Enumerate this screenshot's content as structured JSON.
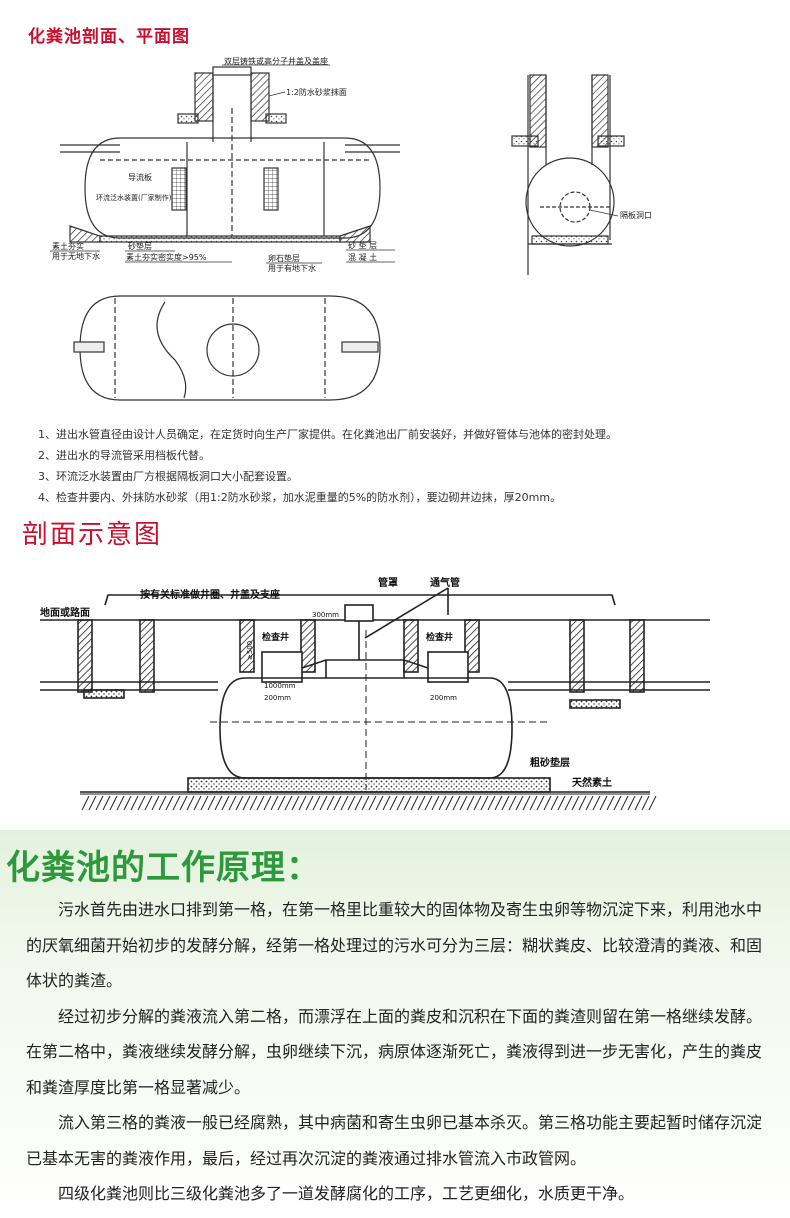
{
  "section1": {
    "title": "化粪池剖面、平面图",
    "labels": {
      "cover": "双层铸铁或高分子井盖及盖座",
      "mortar": "1:2防水砂浆抹面",
      "guide_plate": "导流板",
      "anti_flood": "环流泛水装置(厂家制作)",
      "sand_layer_left": "砂垫层",
      "compact_soil": "素土夯实密实度>95%",
      "plain_soil_l1": "素土夯实",
      "plain_soil_l2": "用于无地下水",
      "sand_layer_right": "砂 垫 层",
      "concrete": "混 凝 土",
      "gravel_l1": "卵石垫层",
      "gravel_l2": "用于有地下水",
      "hole": "隔板洞口"
    }
  },
  "notes": [
    "1、进出水管直径由设计人员确定，在定货时向生产厂家提供。在化粪池出厂前安装好，并做好管体与池体的密封处理。",
    "2、进出水的导流管采用档板代替。",
    "3、环流泛水装置由厂方根据隔板洞口大小配套设置。",
    "4、检查井要内、外抹防水砂浆（用1:2防水砂浆，加水泥重量的5%的防水剂），要边砌井边抹，厚20mm。"
  ],
  "section2": {
    "title": "剖面示意图",
    "labels": {
      "standard": "按有关标准做井圈、井盖及支座",
      "pipe_cover": "管罩",
      "vent_pipe": "通气管",
      "ground": "地面或路面",
      "inspection_well_1": "检查井",
      "inspection_well_2": "检查井",
      "dim_300": "300mm",
      "dim_1000": "1000mm",
      "dim_200a": "200mm",
      "dim_200b": "200mm",
      "dim_500": "≥500",
      "coarse_sand": "粗砂垫层",
      "natural_soil": "天然素土"
    }
  },
  "principle": {
    "title": "化粪池的工作原理：",
    "paragraphs": [
      "污水首先由进水口排到第一格，在第一格里比重较大的固体物及寄生虫卵等物沉淀下来，利用池水中的厌氧细菌开始初步的发酵分解，经第一格处理过的污水可分为三层：糊状粪皮、比较澄清的粪液、和固体状的粪渣。",
      "经过初步分解的粪液流入第二格，而漂浮在上面的粪皮和沉积在下面的粪渣则留在第一格继续发酵。在第二格中，粪液继续发酵分解，虫卵继续下沉，病原体逐渐死亡，粪液得到进一步无害化，产生的粪皮和粪渣厚度比第一格显著减少。",
      "流入第三格的粪液一般已经腐熟，其中病菌和寄生虫卵已基本杀灭。第三格功能主要起暂时储存沉淀已基本无害的粪液作用，最后，经过再次沉淀的粪液通过排水管流入市政管网。",
      "四级化粪池则比三级化粪池多了一道发酵腐化的工序，工艺更细化，水质更干净。"
    ]
  },
  "colors": {
    "title_red": "#c8102e",
    "principle_green": "#2c9a3a",
    "bg_green": "#e4f1de"
  }
}
